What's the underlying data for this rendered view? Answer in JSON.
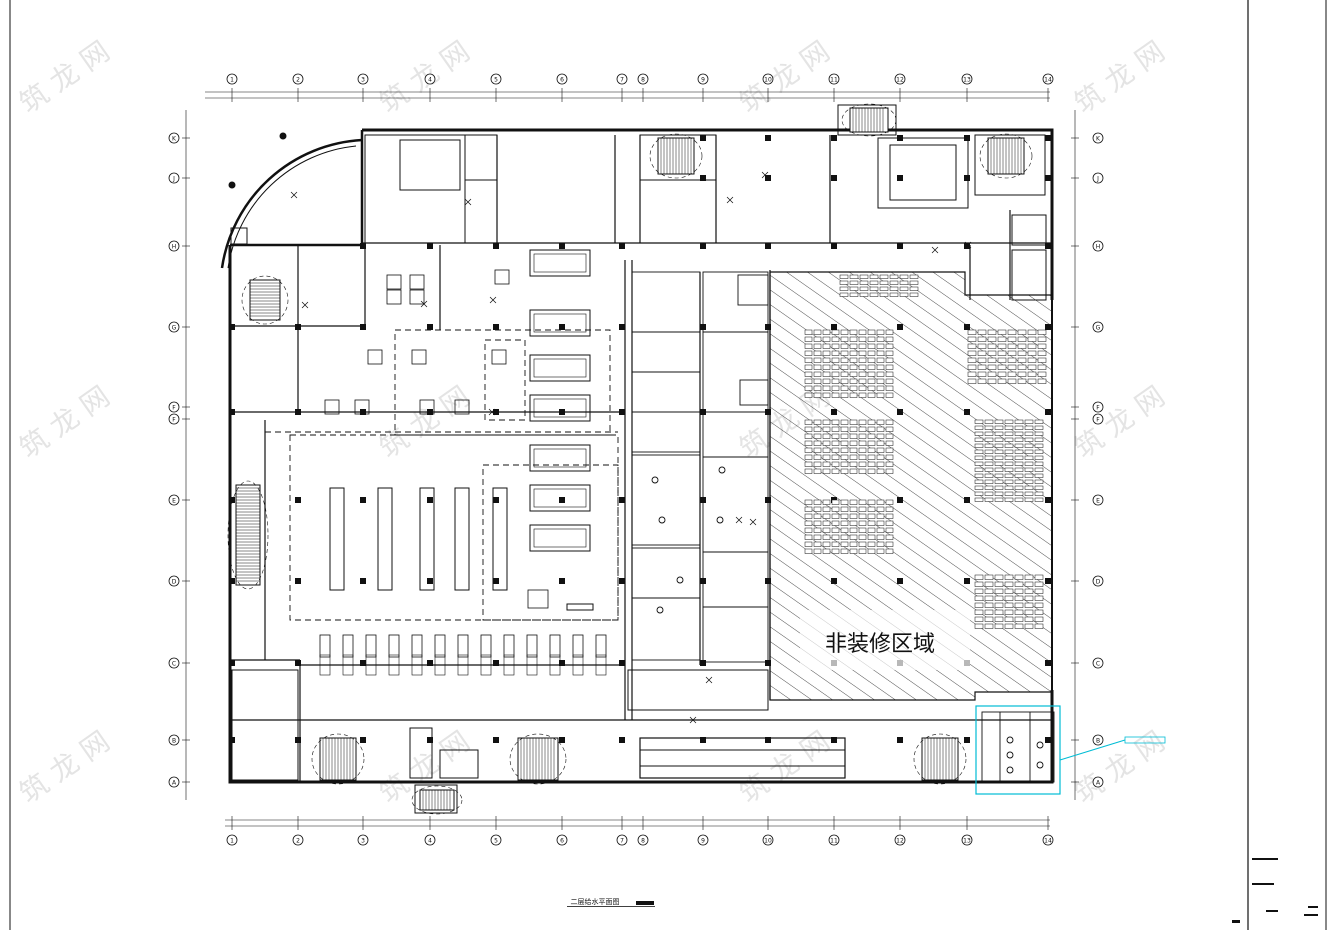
{
  "drawing": {
    "non_renovated_area_label": "非装修区域",
    "plan_title": "二层给水平面图"
  },
  "axes": {
    "numbers": [
      "1",
      "2",
      "3",
      "4",
      "5",
      "6",
      "7",
      "8",
      "9",
      "10",
      "11",
      "12",
      "13",
      "14"
    ],
    "letters": [
      "A",
      "B",
      "C",
      "D",
      "E",
      "F",
      "G",
      "H",
      "J",
      "K"
    ]
  },
  "watermark": "筑 龙 网",
  "colors": {
    "line": "#111111",
    "highlight": "#00bcd4",
    "hatch": "#222222"
  }
}
